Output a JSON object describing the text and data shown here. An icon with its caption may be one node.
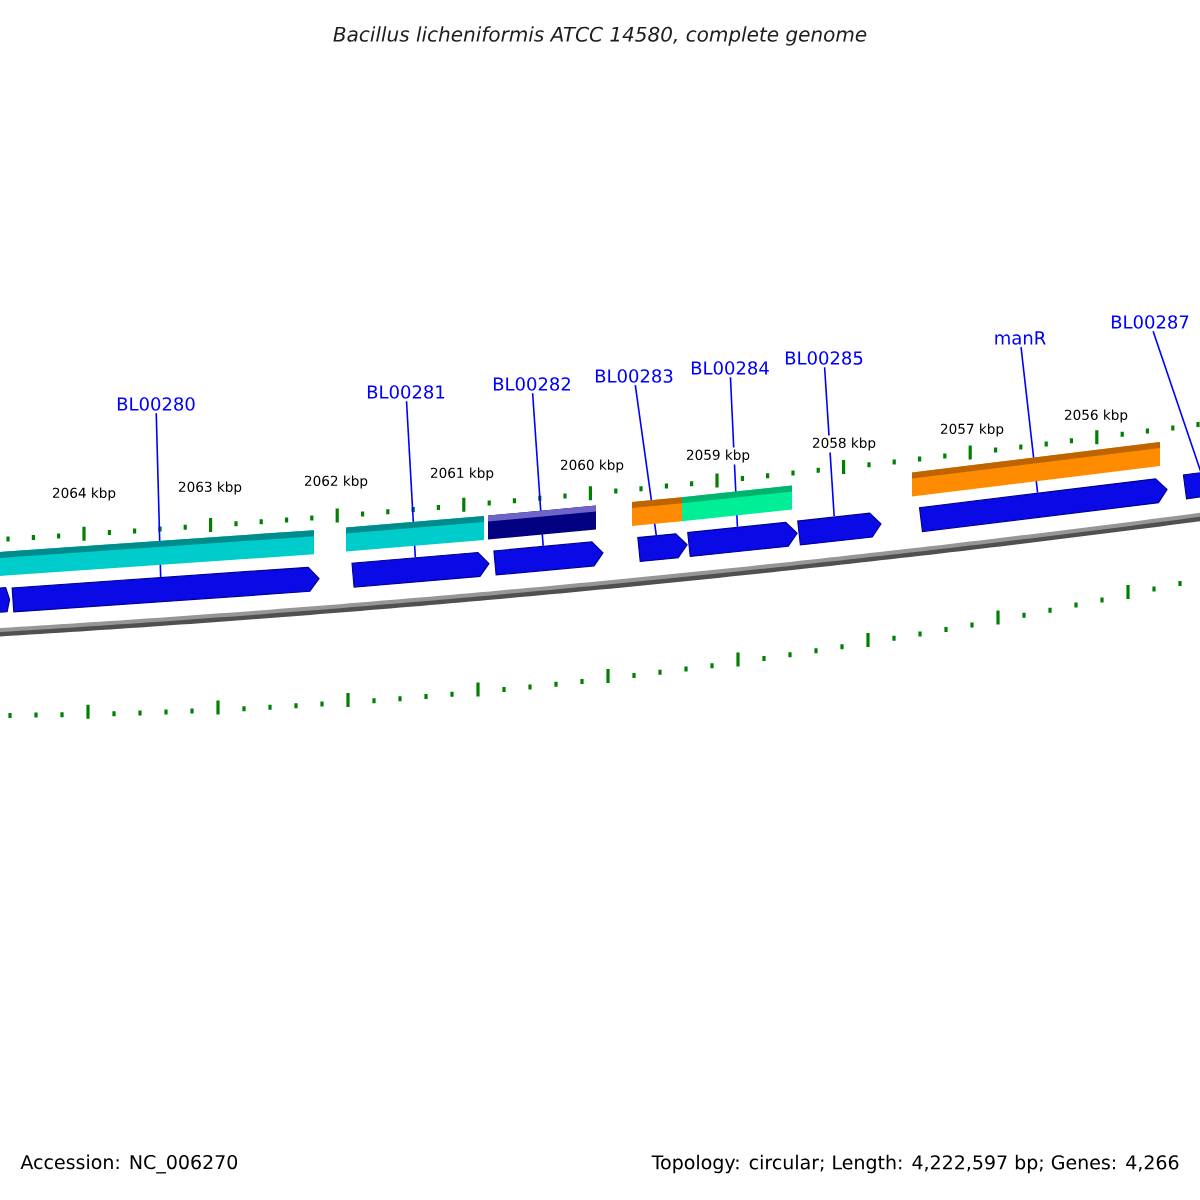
{
  "diagram": {
    "title": "Bacillus licheniformis ATCC 14580, complete genome",
    "nodes": [
      {
        "text": [
          "BL00280"
        ]
      },
      {
        "text": [
          "BL00281"
        ]
      },
      {
        "text": [
          "BL00282"
        ]
      },
      {
        "text": [
          "BL00283"
        ]
      },
      {
        "text": [
          "BL00284"
        ]
      },
      {
        "text": [
          "BL00285"
        ]
      },
      {
        "text": [
          "manR"
        ]
      },
      {
        "text": [
          "BL00287"
        ]
      },
      {
        "text": [],
        "shape": "arrow"
      },
      {
        "text": [],
        "shape": "arrow"
      },
      {
        "text": [],
        "shape": "arrow"
      },
      {
        "text": [],
        "shape": "arrow"
      },
      {
        "text": [],
        "shape": "arrow"
      },
      {
        "text": [],
        "shape": "arrow"
      },
      {
        "text": [],
        "shape": "arrow"
      },
      {
        "text": [],
        "shape": "arrow"
      },
      {
        "text": [],
        "shape": "arrow"
      }
    ],
    "edges": [
      {
        "from": 0,
        "to": 9,
        "arrow": "none"
      },
      {
        "from": 1,
        "to": 10,
        "arrow": "none"
      },
      {
        "from": 2,
        "to": 11,
        "arrow": "none"
      },
      {
        "from": 3,
        "to": 12,
        "arrow": "none"
      },
      {
        "from": 4,
        "to": 13,
        "arrow": "none"
      },
      {
        "from": 5,
        "to": 14,
        "arrow": "none"
      },
      {
        "from": 6,
        "to": 15,
        "arrow": "none"
      },
      {
        "from": 7,
        "to": 16,
        "arrow": "none"
      }
    ],
    "labels": [
      "2064 kbp",
      "2063 kbp",
      "2062 kbp",
      "2061 kbp",
      "2060 kbp",
      "2059 kbp",
      "2058 kbp",
      "2057 kbp",
      "2056 kbp",
      "Accession: NC_006270",
      "Topology: circular; Length: 4,222,597 bp; Genes: 4,266"
    ]
  }
}
